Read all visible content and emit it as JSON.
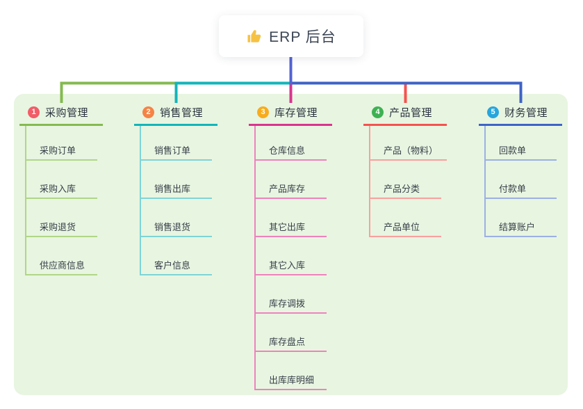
{
  "root": {
    "title": "ERP 后台",
    "icon": "thumbs-up-icon"
  },
  "colors": {
    "panel": "#e8f5e1",
    "stem": "#5163d3",
    "thumb": "#f6c244"
  },
  "branches": [
    {
      "num": "1",
      "label": "采购管理",
      "color": "#84ba50",
      "light": "#b0d687",
      "badge": "#f25d67",
      "children": [
        "采购订单",
        "采购入库",
        "采购退货",
        "供应商信息"
      ]
    },
    {
      "num": "2",
      "label": "销售管理",
      "color": "#13b5b9",
      "light": "#7fd4d6",
      "badge": "#f68345",
      "children": [
        "销售订单",
        "销售出库",
        "销售退货",
        "客户信息"
      ]
    },
    {
      "num": "3",
      "label": "库存管理",
      "color": "#d9348e",
      "light": "#ee82bc",
      "badge": "#f8ac1c",
      "children": [
        "仓库信息",
        "产品库存",
        "其它出库",
        "其它入库",
        "库存调拨",
        "库存盘点",
        "出库库明细"
      ]
    },
    {
      "num": "4",
      "label": "产品管理",
      "color": "#f4534f",
      "light": "#f9a09e",
      "badge": "#3eb253",
      "children": [
        "产品（物料）",
        "产品分类",
        "产品单位"
      ]
    },
    {
      "num": "5",
      "label": "财务管理",
      "color": "#3e63c6",
      "light": "#9cb0e4",
      "badge": "#27a5dc",
      "children": [
        "回款单",
        "付款单",
        "结算账户"
      ]
    }
  ]
}
